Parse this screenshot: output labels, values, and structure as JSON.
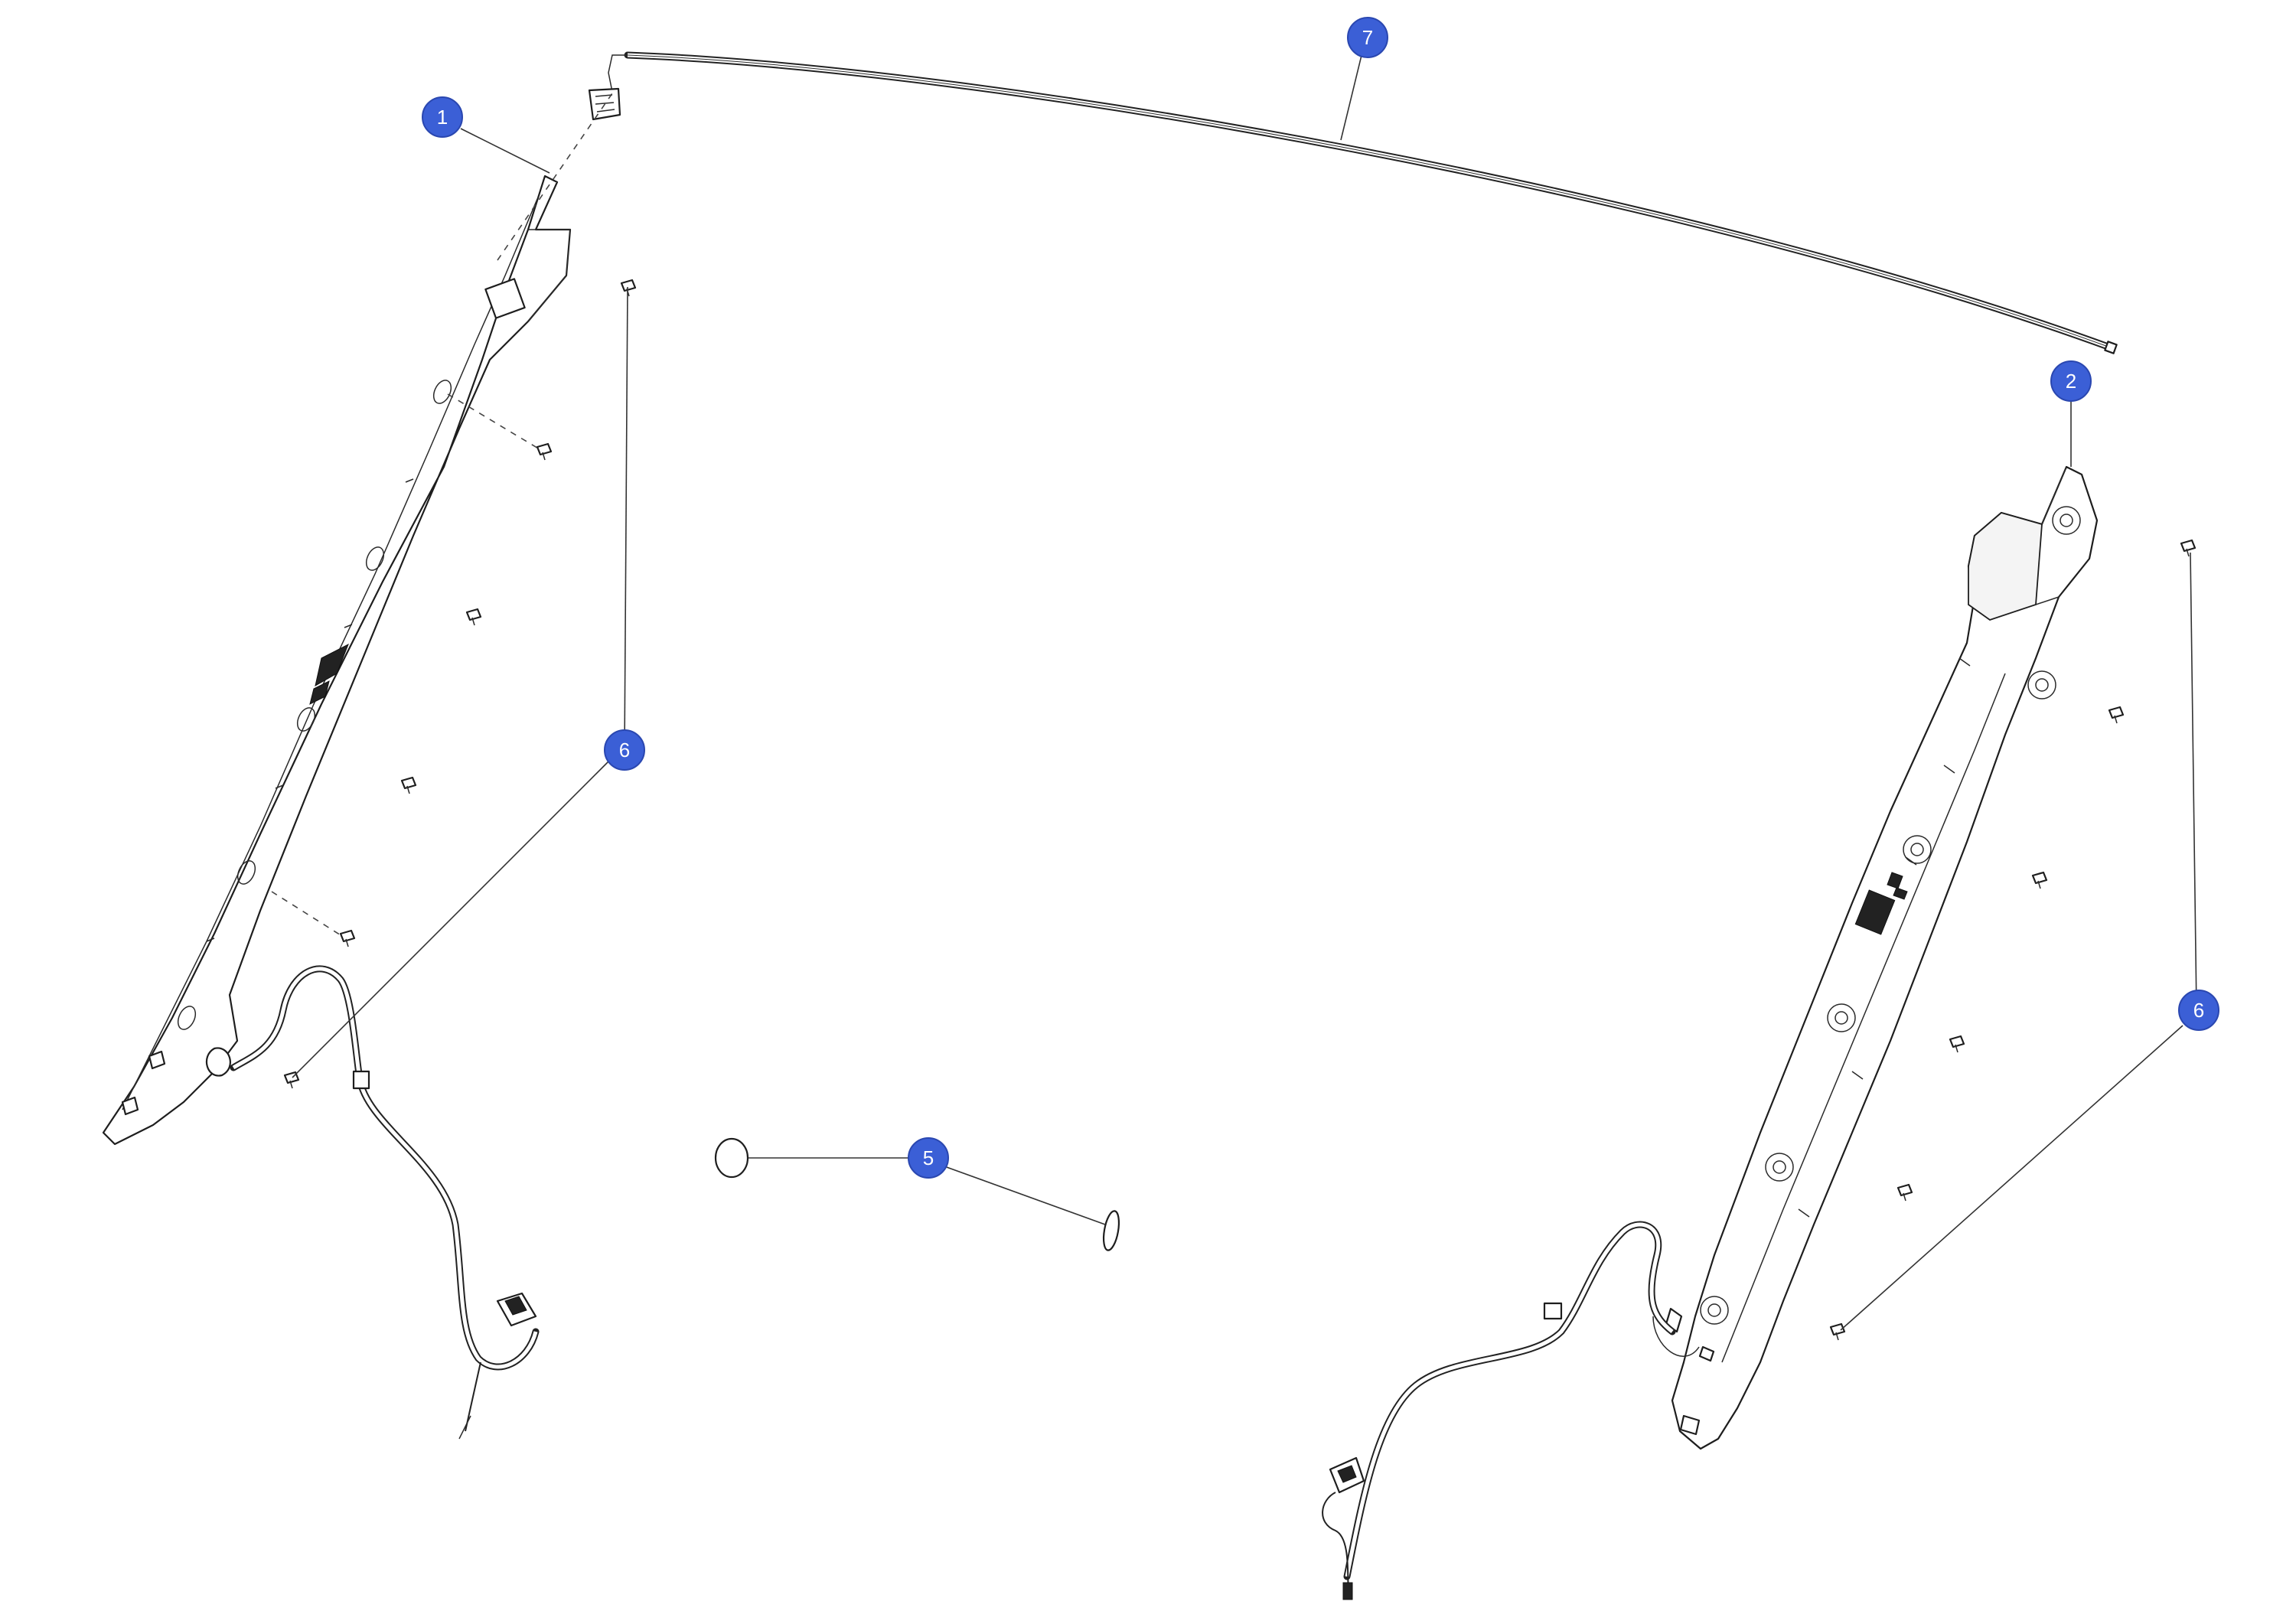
{
  "callouts": [
    {
      "id": "c1",
      "label": "1"
    },
    {
      "id": "c2",
      "label": "2"
    },
    {
      "id": "c5",
      "label": "5"
    },
    {
      "id": "c6a",
      "label": "6"
    },
    {
      "id": "c6b",
      "label": "6"
    },
    {
      "id": "c7",
      "label": "7"
    }
  ],
  "colors": {
    "callout_fill": "#3b5fd6",
    "line": "#1e1e1e",
    "background": "#ffffff"
  }
}
